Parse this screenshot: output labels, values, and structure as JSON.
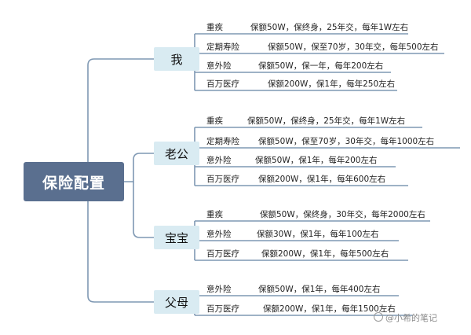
{
  "root": {
    "label": "保险配置"
  },
  "branches": [
    {
      "label": "我",
      "items": [
        {
          "category": "重疾",
          "detail": "保额50W，保终身，25年交，每年1W左右"
        },
        {
          "category": "定期寿险",
          "detail": "保额50W，保至70岁，30年交，每年500左右"
        },
        {
          "category": "意外险",
          "detail": "保额50W，保一年，每年200左右"
        },
        {
          "category": "百万医疗",
          "detail": "保额200W，保1年，每年250左右"
        }
      ]
    },
    {
      "label": "老公",
      "items": [
        {
          "category": "重疾",
          "detail": "保额50W，保终身，25年交，每年1W左右"
        },
        {
          "category": "定期寿险",
          "detail": "保额50W，保至70岁，30年交，每年1000左右"
        },
        {
          "category": "意外险",
          "detail": "保额50W，保1年，每年200左右"
        },
        {
          "category": "百万医疗",
          "detail": "保额200W，保1年，每年600左右"
        }
      ]
    },
    {
      "label": "宝宝",
      "items": [
        {
          "category": "重疾",
          "detail": "保额50W，保终身，30年交，每年2000左右"
        },
        {
          "category": "意外险",
          "detail": "保额30W，保1年，每年100左右"
        },
        {
          "category": "百万医疗",
          "detail": "保额200W，保1年，每年500左右"
        }
      ]
    },
    {
      "label": "父母",
      "items": [
        {
          "category": "意外险",
          "detail": "保额50W，保1年，每年400左右"
        },
        {
          "category": "百万医疗",
          "detail": "保额200W，保1年，每年1500左右"
        }
      ]
    }
  ],
  "watermark": {
    "text": "@小希的笔记"
  },
  "colors": {
    "root": "#5a6f8f",
    "branch": "#d9ebf2",
    "connector": "#7f98b3"
  }
}
